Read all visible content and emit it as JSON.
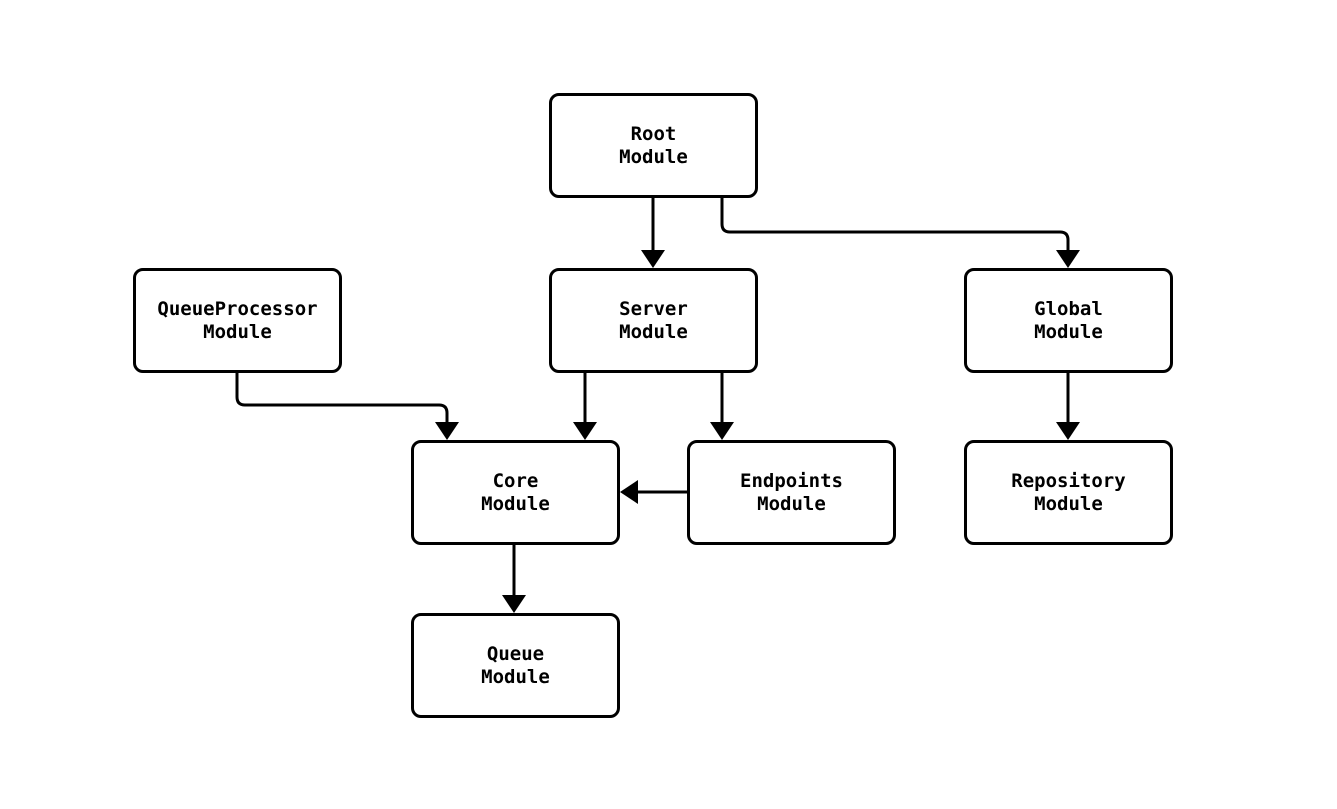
{
  "diagram": {
    "background_color": "#ffffff",
    "stroke_color": "#000000",
    "nodes": [
      {
        "id": "root",
        "label": "Root\nModule"
      },
      {
        "id": "queueprocessor",
        "label": "QueueProcessor\nModule"
      },
      {
        "id": "server",
        "label": "Server\nModule"
      },
      {
        "id": "global",
        "label": "Global\nModule"
      },
      {
        "id": "core",
        "label": "Core\nModule"
      },
      {
        "id": "endpoints",
        "label": "Endpoints\nModule"
      },
      {
        "id": "repository",
        "label": "Repository\nModule"
      },
      {
        "id": "queue",
        "label": "Queue\nModule"
      }
    ],
    "edges": [
      {
        "from": "root",
        "to": "server"
      },
      {
        "from": "root",
        "to": "global"
      },
      {
        "from": "queueprocessor",
        "to": "core"
      },
      {
        "from": "server",
        "to": "core"
      },
      {
        "from": "server",
        "to": "endpoints"
      },
      {
        "from": "endpoints",
        "to": "core"
      },
      {
        "from": "global",
        "to": "repository"
      },
      {
        "from": "core",
        "to": "queue"
      }
    ]
  }
}
